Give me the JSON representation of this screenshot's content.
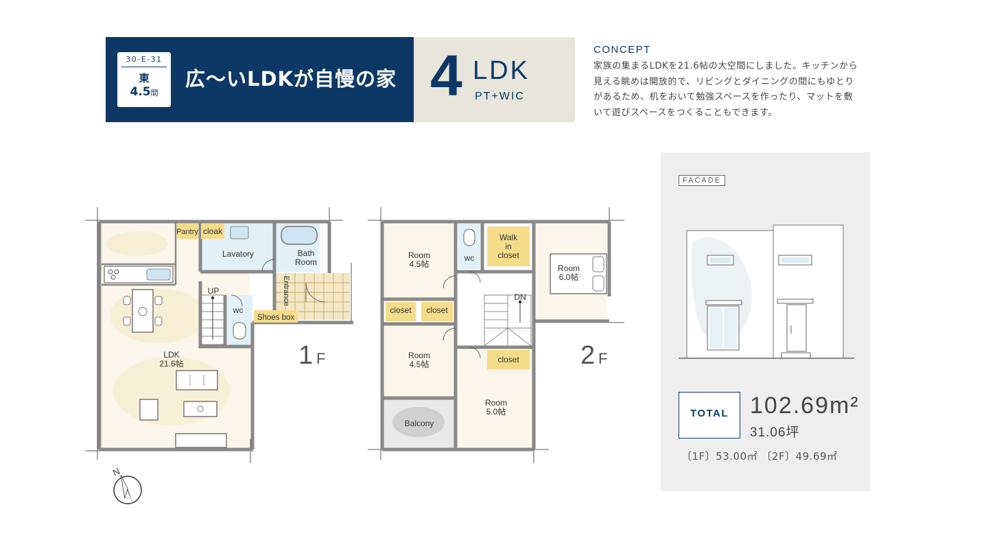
{
  "header": {
    "badge": {
      "code": "30-E-31",
      "direction": "東",
      "frontage": "4.5",
      "frontage_unit": "間"
    },
    "title": "広〜いLDKが自慢の家",
    "layout": {
      "number": "4",
      "type": "LDK",
      "extras": "PT+WIC"
    }
  },
  "concept": {
    "title": "CONCEPT",
    "lines": [
      "家族の集まるLDKを21.6帖の大空間にしました。キッチンから",
      "見える眺めは開放的で、リビングとダイニングの間にもゆとり",
      "があるため、机をおいて勉強スペースを作ったり、マットを敷",
      "いて遊びスペースをつくることもできます。"
    ]
  },
  "facade": {
    "tag": "FACADE"
  },
  "total": {
    "label": "TOTAL",
    "area": "102.69",
    "area_unit": "m²",
    "tsubo": "31.06坪",
    "floors": "〔1F〕53.00㎡ 〔2F〕49.69㎡"
  },
  "floor1": {
    "label_num": "1",
    "label_f": "F",
    "rooms": {
      "pantry": "Pantry",
      "cloak": "cloak",
      "lavatory": "Lavatory",
      "bath_1": "Bath",
      "bath_2": "Room",
      "up": "UP",
      "wc": "wc",
      "entrance": "Entrance",
      "shoes_box": "Shoes box",
      "ldk_1": "LDK",
      "ldk_2": "21.6帖"
    }
  },
  "floor2": {
    "label_num": "2",
    "label_f": "F",
    "rooms": {
      "room_a_1": "Room",
      "room_a_2": "4.5帖",
      "wc": "wc",
      "wic_1": "Walk",
      "wic_2": "in",
      "wic_3": "closet",
      "room_d_1": "Room",
      "room_d_2": "6.0帖",
      "closet_1": "closet",
      "closet_2": "closet",
      "dn": "DN",
      "room_b_1": "Room",
      "room_b_2": "4.5帖",
      "closet_3": "closet",
      "room_c_1": "Room",
      "room_c_2": "5.0帖",
      "balcony": "Balcony"
    }
  },
  "compass": {
    "label": "N"
  },
  "colors": {
    "navy": "#0d3866",
    "beige": "#e8e5dc",
    "closet_yellow": "#f5dc8a",
    "wet_blue": "#cfe6f2",
    "wall": "#888888"
  }
}
